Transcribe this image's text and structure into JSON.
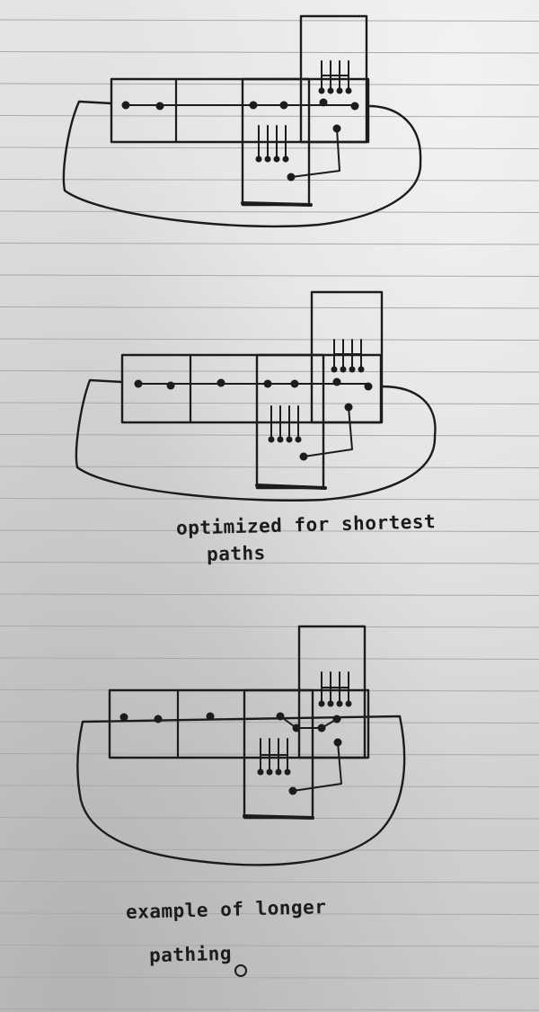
{
  "captions": {
    "middle": [
      "optimized for shortest",
      "paths"
    ],
    "bottom": [
      "example of longer",
      "pathing"
    ]
  },
  "colors": {
    "ink": "#1c1c1c",
    "rule": "#a9a9a9",
    "paper": "#dcdcdc"
  }
}
